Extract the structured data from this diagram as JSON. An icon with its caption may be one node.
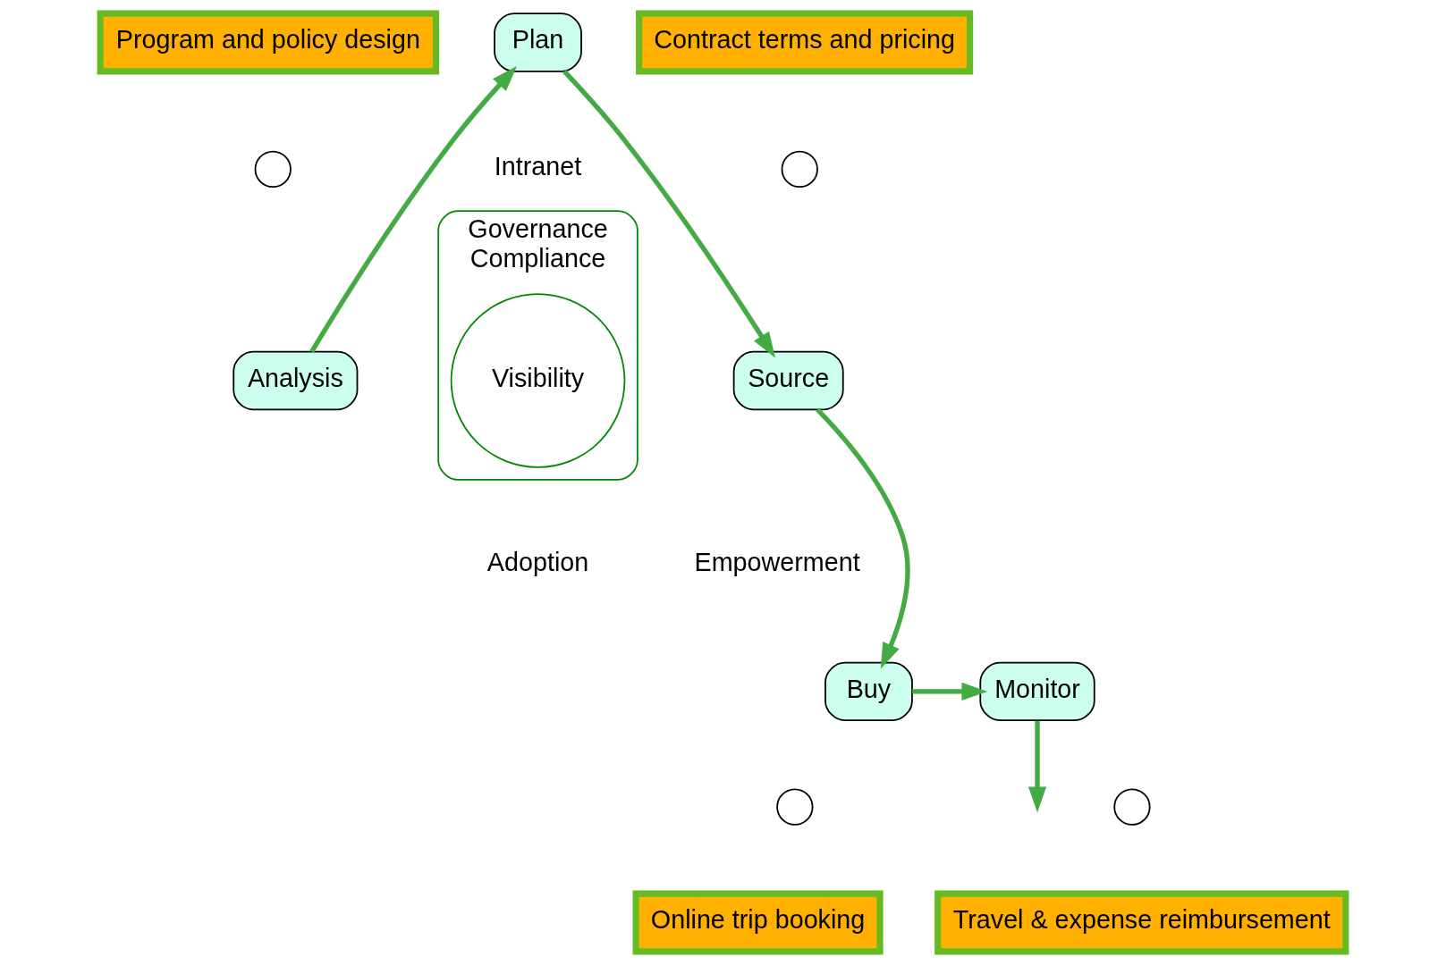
{
  "diagram": {
    "nodes": [
      {
        "text": [
          "Program and policy design"
        ]
      },
      {
        "text": [
          "Contract terms and pricing"
        ]
      },
      {
        "text": [],
        "shape": "circle"
      },
      {
        "text": [
          "Plan"
        ]
      },
      {
        "text": [],
        "shape": "circle"
      },
      {
        "text": [
          "Analysis"
        ]
      },
      {
        "text": [
          "Source"
        ]
      },
      {
        "text": [
          "Governance",
          "Compliance"
        ]
      },
      {
        "text": [
          "Visibility"
        ],
        "in": 7
      },
      {
        "text": [
          "Monitor"
        ]
      },
      {
        "text": [
          "Buy"
        ]
      },
      {
        "text": [],
        "shape": "circle"
      },
      {
        "text": [],
        "shape": "circle"
      },
      {
        "text": [
          "Travel & expense reimbursement"
        ]
      },
      {
        "text": [
          "Online trip booking"
        ]
      }
    ],
    "edges": [
      {
        "from": 5,
        "to": 3,
        "arrow": "to"
      },
      {
        "from": 3,
        "to": 6,
        "arrow": "to"
      },
      {
        "from": 6,
        "to": 10,
        "arrow": "to"
      },
      {
        "from": 10,
        "to": 9,
        "arrow": "to"
      },
      {
        "from": 9,
        "to": null,
        "arrow": "to"
      }
    ],
    "labels": [
      "Intranet",
      "Empowerment",
      "Adoption"
    ]
  }
}
